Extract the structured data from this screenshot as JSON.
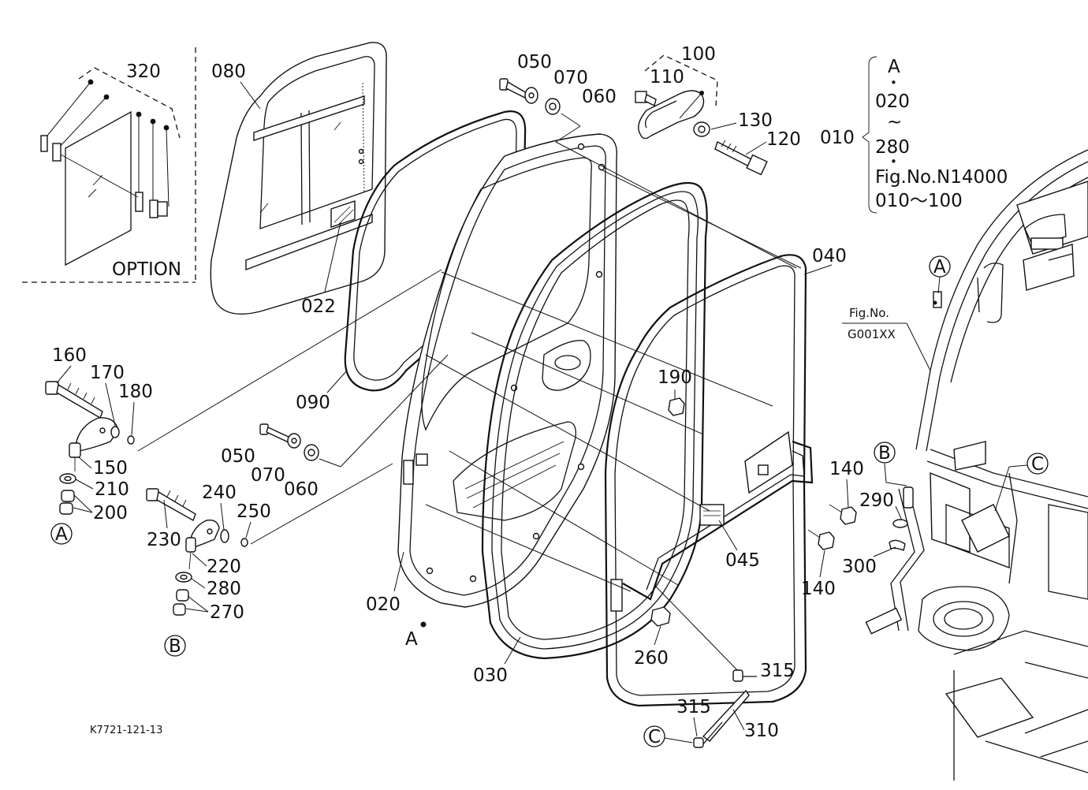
{
  "drawing_code": "K7721-121-13",
  "option_label": "OPTION",
  "fig_ref": {
    "prefix": "Fig.No.",
    "code": "G001XX"
  },
  "note": {
    "ref_letter": "A",
    "dot": "•",
    "range_start": "020",
    "tilde": "~",
    "range_end": "280",
    "fig": "Fig.No.N14000",
    "fig_range": "010～100",
    "ref_no": "010"
  },
  "parts": {
    "p320": "320",
    "p080": "080",
    "p022": "022",
    "p050a": "050",
    "p070a": "070",
    "p060a": "060",
    "p100": "100",
    "p110": "110",
    "p130": "130",
    "p120": "120",
    "p090": "090",
    "p040": "040",
    "p160": "160",
    "p170": "170",
    "p180": "180",
    "p150": "150",
    "p210": "210",
    "p200": "200",
    "p050b": "050",
    "p070b": "070",
    "p060b": "060",
    "p190": "190",
    "p140a": "140",
    "p140b": "140",
    "p045": "045",
    "p230": "230",
    "p240": "240",
    "p250": "250",
    "p220": "220",
    "p280": "280",
    "p270": "270",
    "p020": "020",
    "p030": "030",
    "p260": "260",
    "p315a": "315",
    "p315b": "315",
    "p310": "310",
    "p290": "290",
    "p300": "300"
  },
  "refs": {
    "a1": "A",
    "a2": "A",
    "a3": "A",
    "b1": "B",
    "b2": "B",
    "c1": "C",
    "c2": "C"
  }
}
